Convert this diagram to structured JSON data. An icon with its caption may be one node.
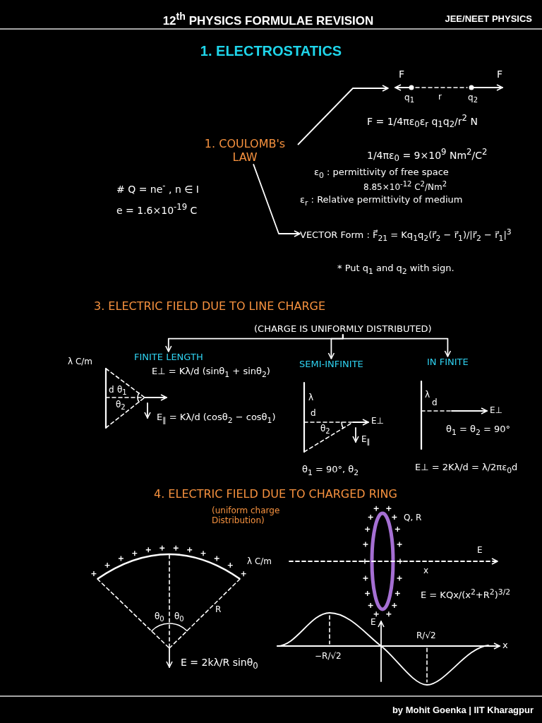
{
  "diagram": {
    "title": "12$^{th}$ PHYSICS FORMULAE REVISION",
    "nodes": [
      {
        "text": [
          "1. COULOMB's LAW"
        ]
      },
      {
        "text": [
          "F",
          "F",
          "q$_{1}$",
          "r",
          "q$_{2}$"
        ]
      },
      {
        "text": [
          "VECTOR Form : F⃗$_{21}$ = Kq$_{1}$q$_{2}$(r⃗$_{2}$ − r⃗$_{1}$)/|r⃗$_{2}$ − r⃗$_{1}$|$^{3}$"
        ]
      },
      {
        "text": [
          "(CHARGE IS UNIFORMLY DISTRIBUTED)"
        ]
      },
      {
        "text": [
          "FINITE LENGTH"
        ]
      },
      {
        "text": [
          "SEMI-INFINITE"
        ]
      },
      {
        "text": [
          "IN FINITE"
        ]
      }
    ],
    "edges": [
      {
        "from": 0,
        "to": 1,
        "arrow": "to"
      },
      {
        "from": 0,
        "to": 2,
        "arrow": "to"
      },
      {
        "from": 3,
        "to": 4,
        "arrow": "to"
      },
      {
        "from": 3,
        "to": 5,
        "arrow": "to"
      },
      {
        "from": 3,
        "to": 6,
        "arrow": "to"
      }
    ],
    "labels": [
      "JEE/NEET PHYSICS",
      "1. ELECTROSTATICS",
      "F = 1/4πε$_{0}$ε$_{r}$ q$_{1}$q$_{2}$/r$^{2}$ N",
      "1/4πε$_{0}$ = 9×10$^{9}$ Nm$^{2}$/C$^{2}$",
      "ε$_{0}$ : permittivity of free space",
      "8.85×10$^{-12}$ C$^{2}$/Nm$^{2}$",
      "# Q = ne$^{-}$ , n ∈ I",
      "ε$_{r}$ : Relative permittivity of medium",
      "e = 1.6×10$^{-19}$ C",
      "* Put q$_{1}$ and q$_{2}$ with sign.",
      "3. ELECTRIC FIELD DUE TO LINE CHARGE",
      "λ C/m",
      "d",
      "θ$_{1}$",
      "θ$_{2}$",
      "E⊥ = Kλ/d (sinθ$_{1}$ + sinθ$_{2}$)",
      "E$_{∥}$ = Kλ/d (cosθ$_{2}$ − cosθ$_{1}$)",
      "λ",
      "d",
      "E⊥",
      "θ$_{2}$",
      "E$_{∥}$",
      "θ$_{1}$ = 90°, θ$_{2}$",
      "λ",
      "d",
      "E⊥",
      "θ$_{1}$ = θ$_{2}$ = 90°",
      "E⊥ = 2Kλ/d = λ/2πε$_{0}$d",
      "4. ELECTRIC FIELD DUE TO CHARGED RING",
      "(uniform charge Distribution)",
      "Q, R",
      "λ C/m",
      "E",
      "x",
      "E = KQx/(x$^{2}$+R$^{2}$)$^{3/2}$",
      "R",
      "θ$_{0}$",
      "θ$_{0}$",
      "E",
      "R/√2",
      "x",
      "E = 2kλ/R sinθ$_{0}$",
      "−R/√2",
      "by Mohit Goenka | IIT Kharagpur"
    ]
  }
}
